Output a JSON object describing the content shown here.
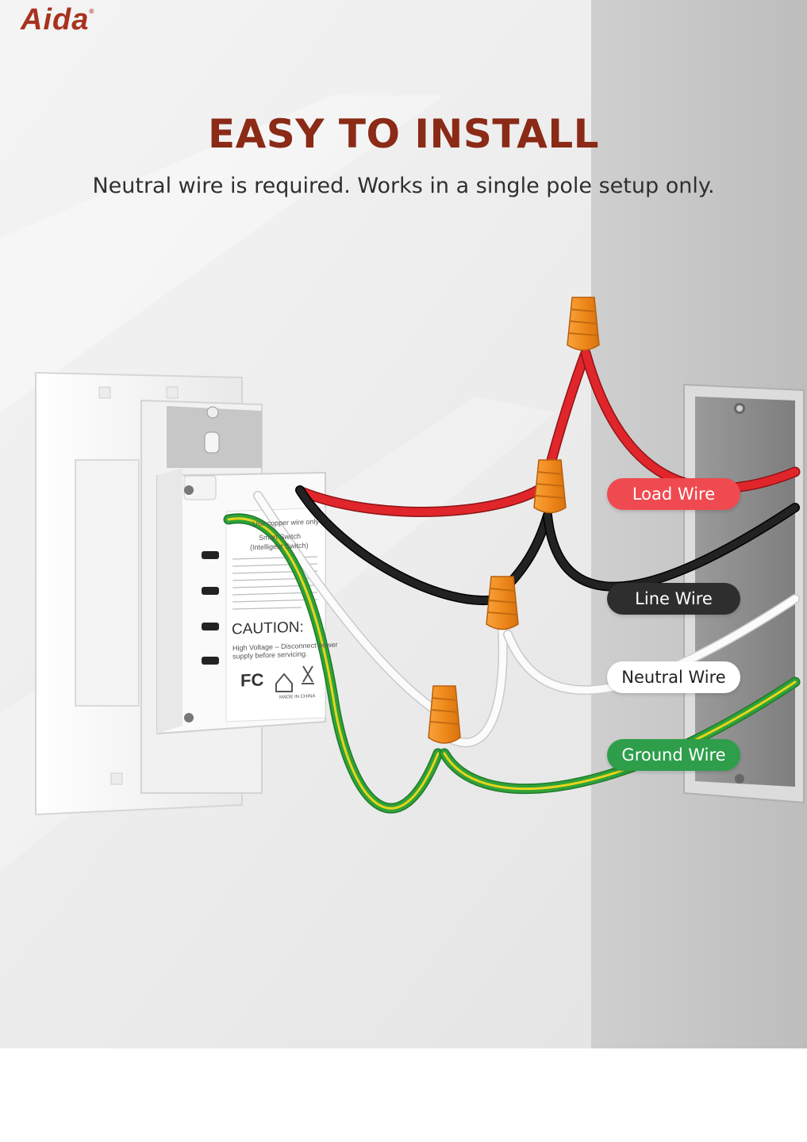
{
  "brand": {
    "name": "Aida"
  },
  "headline": "EASY TO INSTALL",
  "subheadline": "Neutral wire is required. Works in a single pole setup only.",
  "wire_labels": [
    {
      "label": "Load Wire",
      "bg": "#ef4a50",
      "fg": "#ffffff"
    },
    {
      "label": "Line Wire",
      "bg": "#2e2e2e",
      "fg": "#ffffff"
    },
    {
      "label": "Neutral Wire",
      "bg": "#ffffff",
      "fg": "#222222"
    },
    {
      "label": "Ground Wire",
      "bg": "#2e9e4b",
      "fg": "#ffffff"
    }
  ],
  "device_label": {
    "top": "Use copper wire only",
    "name1": "Smart Switch",
    "name2": "(Intelligent Switch)",
    "caution": "CAUTION:",
    "warning1": "High Voltage – Disconnect power",
    "warning2": "supply before servicing.",
    "fcc": "FC",
    "made": "MADE IN CHINA"
  },
  "colors": {
    "load": "#e0262b",
    "line": "#1c1c1c",
    "neutral": "#f7f7f7",
    "ground": "#2fa23a",
    "ground_stripe": "#e8d41c",
    "connector": "#f08a1c"
  }
}
